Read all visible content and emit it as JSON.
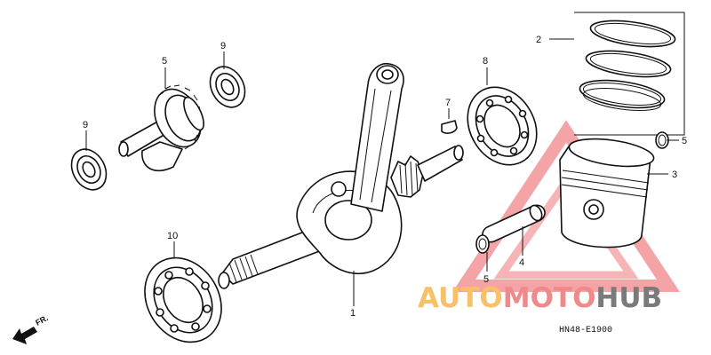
{
  "labels": {
    "l1": "1",
    "l2": "2",
    "l3": "3",
    "l4": "4",
    "l5a": "5",
    "l5b": "5",
    "l5c": "5",
    "l7": "7",
    "l8": "8",
    "l9a": "9",
    "l9b": "9",
    "l10": "10"
  },
  "diagram_code": "HN48-E1900",
  "direction_label": "FR.",
  "watermark": {
    "part1": "AUTO",
    "part2": "MOTO",
    "part3": "HUB",
    "color_auto": "#f7c169",
    "color_moto": "#f08a8a",
    "color_hub": "#7a7a7a",
    "color_triangle": "#e8474d"
  }
}
